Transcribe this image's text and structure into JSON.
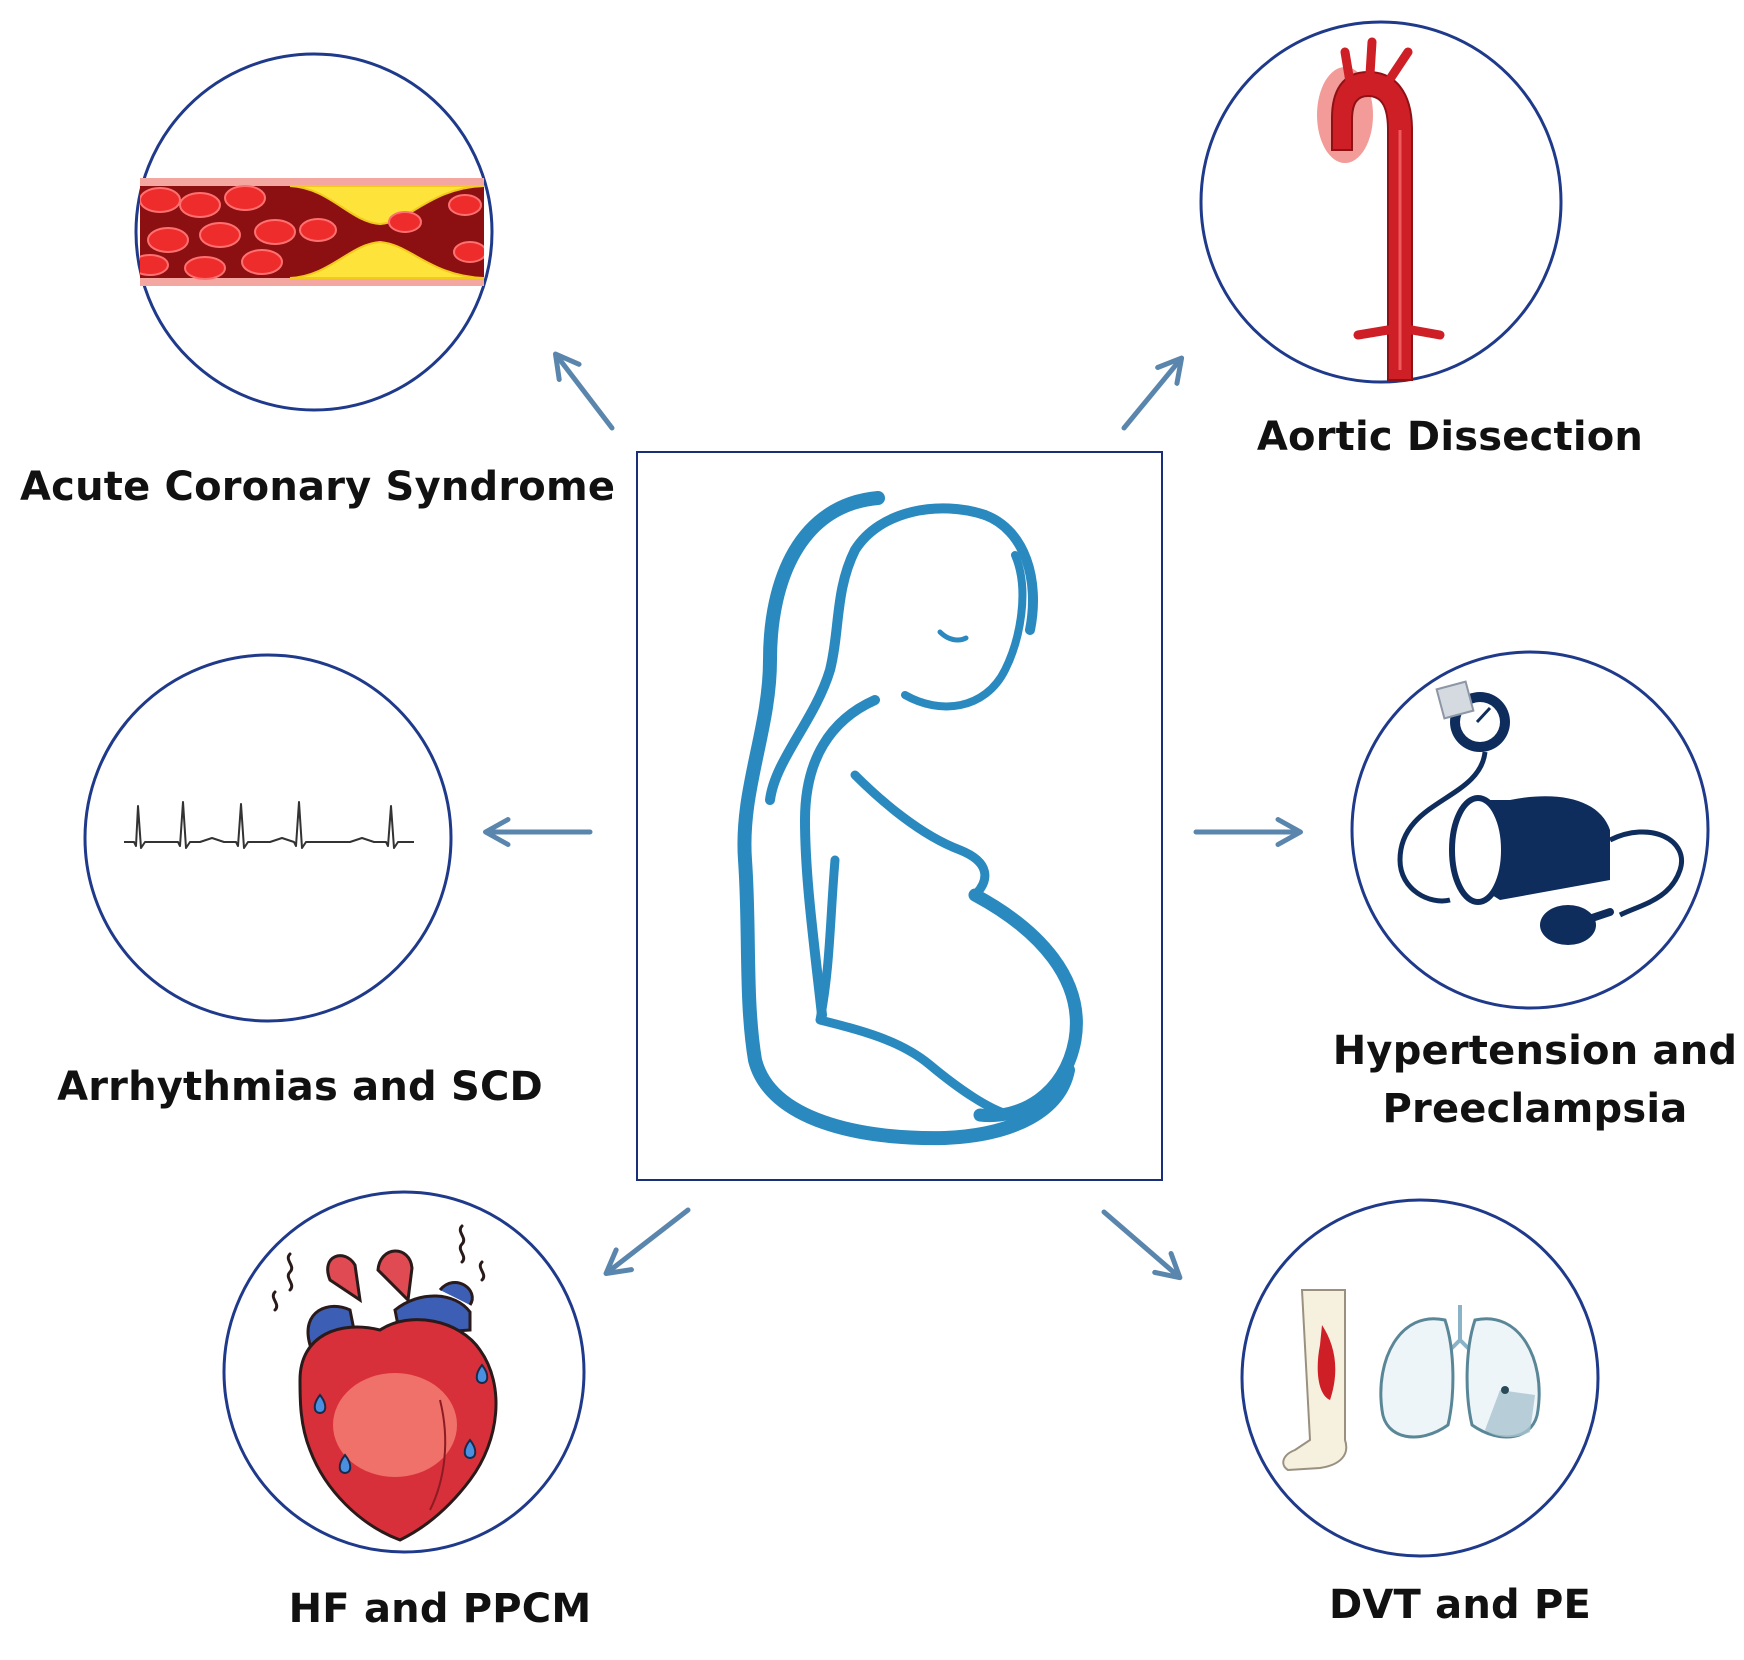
{
  "center": {
    "icon": "pregnant-woman-silhouette-icon"
  },
  "nodes": [
    {
      "id": "acs",
      "label": "Acute Coronary Syndrome",
      "icon": "artery-plaque-icon"
    },
    {
      "id": "aortic",
      "label": "Aortic Dissection",
      "icon": "aorta-icon"
    },
    {
      "id": "arrhythmia",
      "label": "Arrhythmias and SCD",
      "icon": "ecg-strip-icon"
    },
    {
      "id": "hypertension",
      "label_line1": "Hypertension and",
      "label_line2": "Preeclampsia",
      "icon": "sphygmomanometer-icon"
    },
    {
      "id": "hf",
      "label": "HF and PPCM",
      "icon": "heart-icon"
    },
    {
      "id": "dvt",
      "label": "DVT and PE",
      "icon": "leg-and-lungs-icon"
    }
  ],
  "colors": {
    "circle_stroke": "#1f3a8a",
    "arrow": "#5a86ad",
    "center_border": "#1a2f7a",
    "silhouette": "#2a8abf",
    "blood_red": "#d6202a",
    "plaque_yellow": "#fde33a",
    "cuff_navy": "#0f2d5c"
  }
}
